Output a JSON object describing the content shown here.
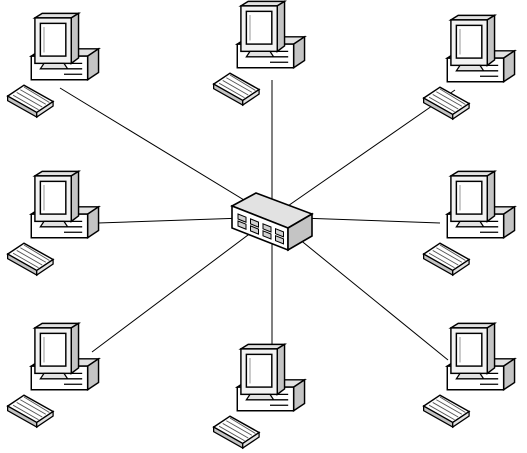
{
  "diagram": {
    "type": "star-topology",
    "hub": {
      "id": "switch",
      "icon": "network-switch-icon",
      "ports": 8
    },
    "nodes": [
      {
        "id": "pc-top-left",
        "icon": "desktop-computer-icon"
      },
      {
        "id": "pc-top-center",
        "icon": "desktop-computer-icon"
      },
      {
        "id": "pc-top-right",
        "icon": "desktop-computer-icon"
      },
      {
        "id": "pc-middle-left",
        "icon": "desktop-computer-icon"
      },
      {
        "id": "pc-middle-right",
        "icon": "desktop-computer-icon"
      },
      {
        "id": "pc-bottom-left",
        "icon": "desktop-computer-icon"
      },
      {
        "id": "pc-bottom-center",
        "icon": "desktop-computer-icon"
      },
      {
        "id": "pc-bottom-right",
        "icon": "desktop-computer-icon"
      }
    ],
    "links": [
      [
        "switch",
        "pc-top-left"
      ],
      [
        "switch",
        "pc-top-center"
      ],
      [
        "switch",
        "pc-top-right"
      ],
      [
        "switch",
        "pc-middle-left"
      ],
      [
        "switch",
        "pc-middle-right"
      ],
      [
        "switch",
        "pc-bottom-left"
      ],
      [
        "switch",
        "pc-bottom-center"
      ],
      [
        "switch",
        "pc-bottom-right"
      ]
    ],
    "colors": {
      "line": "#000000",
      "case_front": "#ffffff",
      "case_side": "#c4c4c4",
      "case_top": "#e2e2e2",
      "screen": "#ffffff",
      "bezel": "#f2f2f2",
      "outline": "#000000"
    }
  }
}
